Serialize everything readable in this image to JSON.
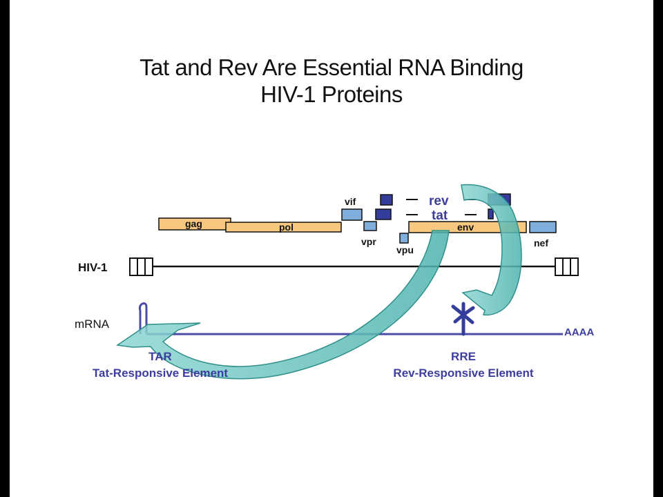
{
  "title": {
    "line1": "Tat and Rev Are Essential RNA Binding",
    "line2": "HIV-1 Proteins"
  },
  "genes": {
    "gag": "gag",
    "pol": "pol",
    "vif": "vif",
    "vpr": "vpr",
    "vpu": "vpu",
    "rev": "rev",
    "tat": "tat",
    "env": "env",
    "nef": "nef"
  },
  "genome": {
    "label": "HIV-1"
  },
  "mrna": {
    "label": "mRNA",
    "polya": "AAAA"
  },
  "elements": {
    "tar": {
      "name": "TAR",
      "full": "Tat-Responsive Element"
    },
    "rre": {
      "name": "RRE",
      "full": "Rev-Responsive Element"
    }
  },
  "colors": {
    "orf_orange": "#F9C880",
    "orf_lightblue": "#7FAEDC",
    "orf_darkblue": "#343D99",
    "arrow_teal": "#66C2BE",
    "mrna_blue": "#4A4AA8",
    "label_blue": "#3D3D9E"
  }
}
